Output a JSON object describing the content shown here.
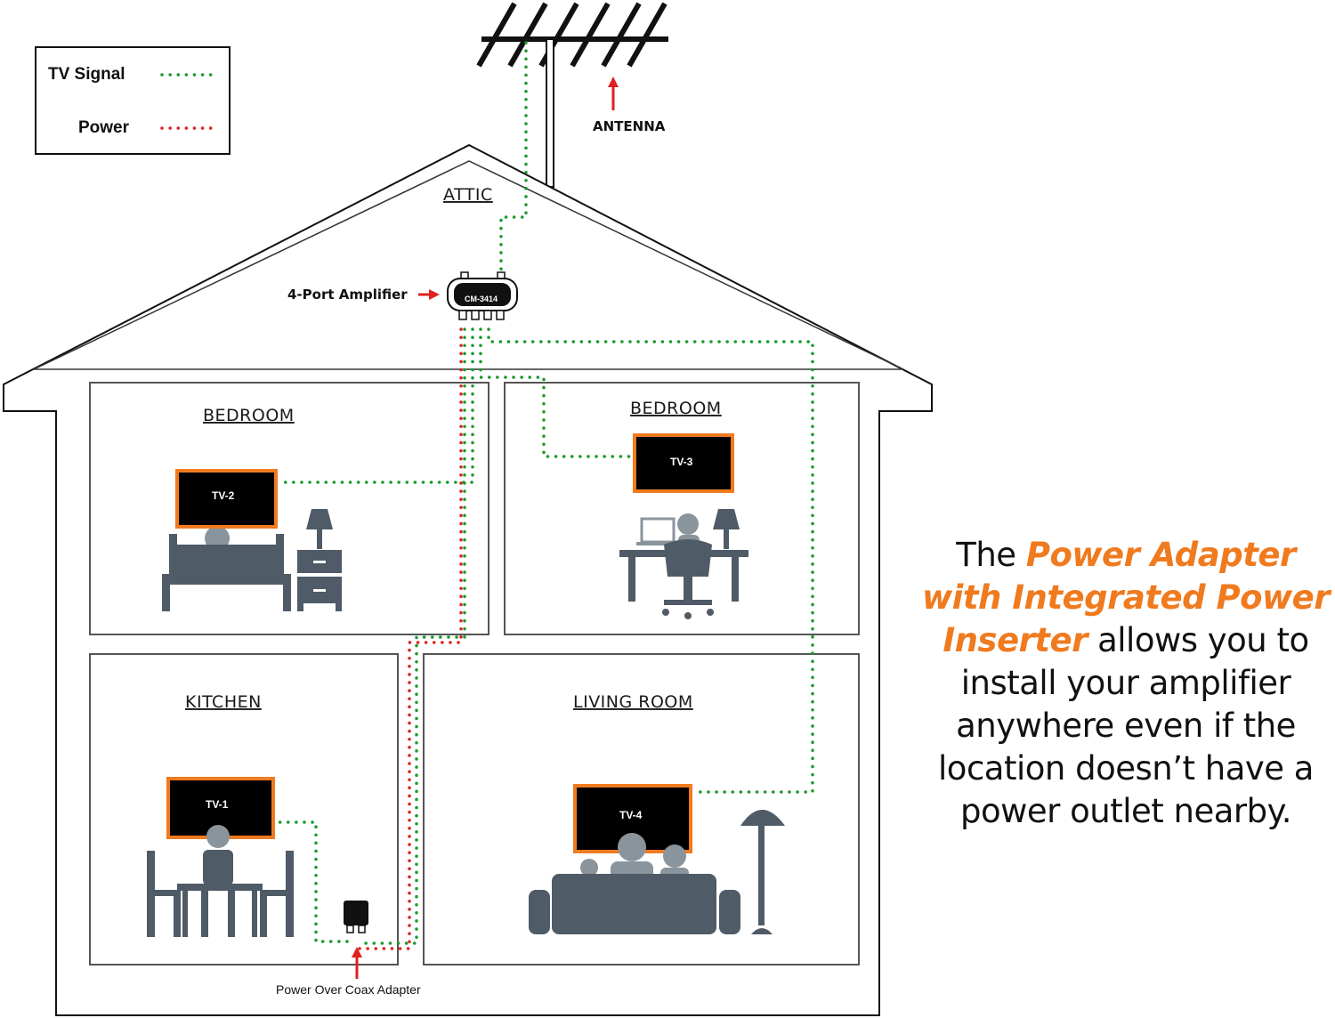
{
  "legend": {
    "tv_signal_label": "TV Signal",
    "power_label": "Power",
    "tv_signal_color": "#1a9a2a",
    "power_color": "#e02020"
  },
  "antenna_label": "ANTENNA",
  "attic_label": "ATTIC",
  "amplifier": {
    "label": "4-Port Amplifier",
    "model": "CM-3414"
  },
  "rooms": {
    "bedroom_left": "BEDROOM",
    "bedroom_right": "BEDROOM",
    "kitchen": "KITCHEN",
    "living_room": "LIVING ROOM"
  },
  "tvs": {
    "tv1": "TV-1",
    "tv2": "TV-2",
    "tv3": "TV-3",
    "tv4": "TV-4"
  },
  "coax_adapter_label": "Power Over Coax Adapter",
  "caption": {
    "prefix": "The ",
    "highlight": "Power Adapter with Integrated Power Inserter",
    "suffix": " allows you to install your amplifier anywhere even if the location doesn’t have a power outlet nearby."
  },
  "colors": {
    "accent_orange": "#f07a1e",
    "furniture_gray": "#4f5b66"
  }
}
